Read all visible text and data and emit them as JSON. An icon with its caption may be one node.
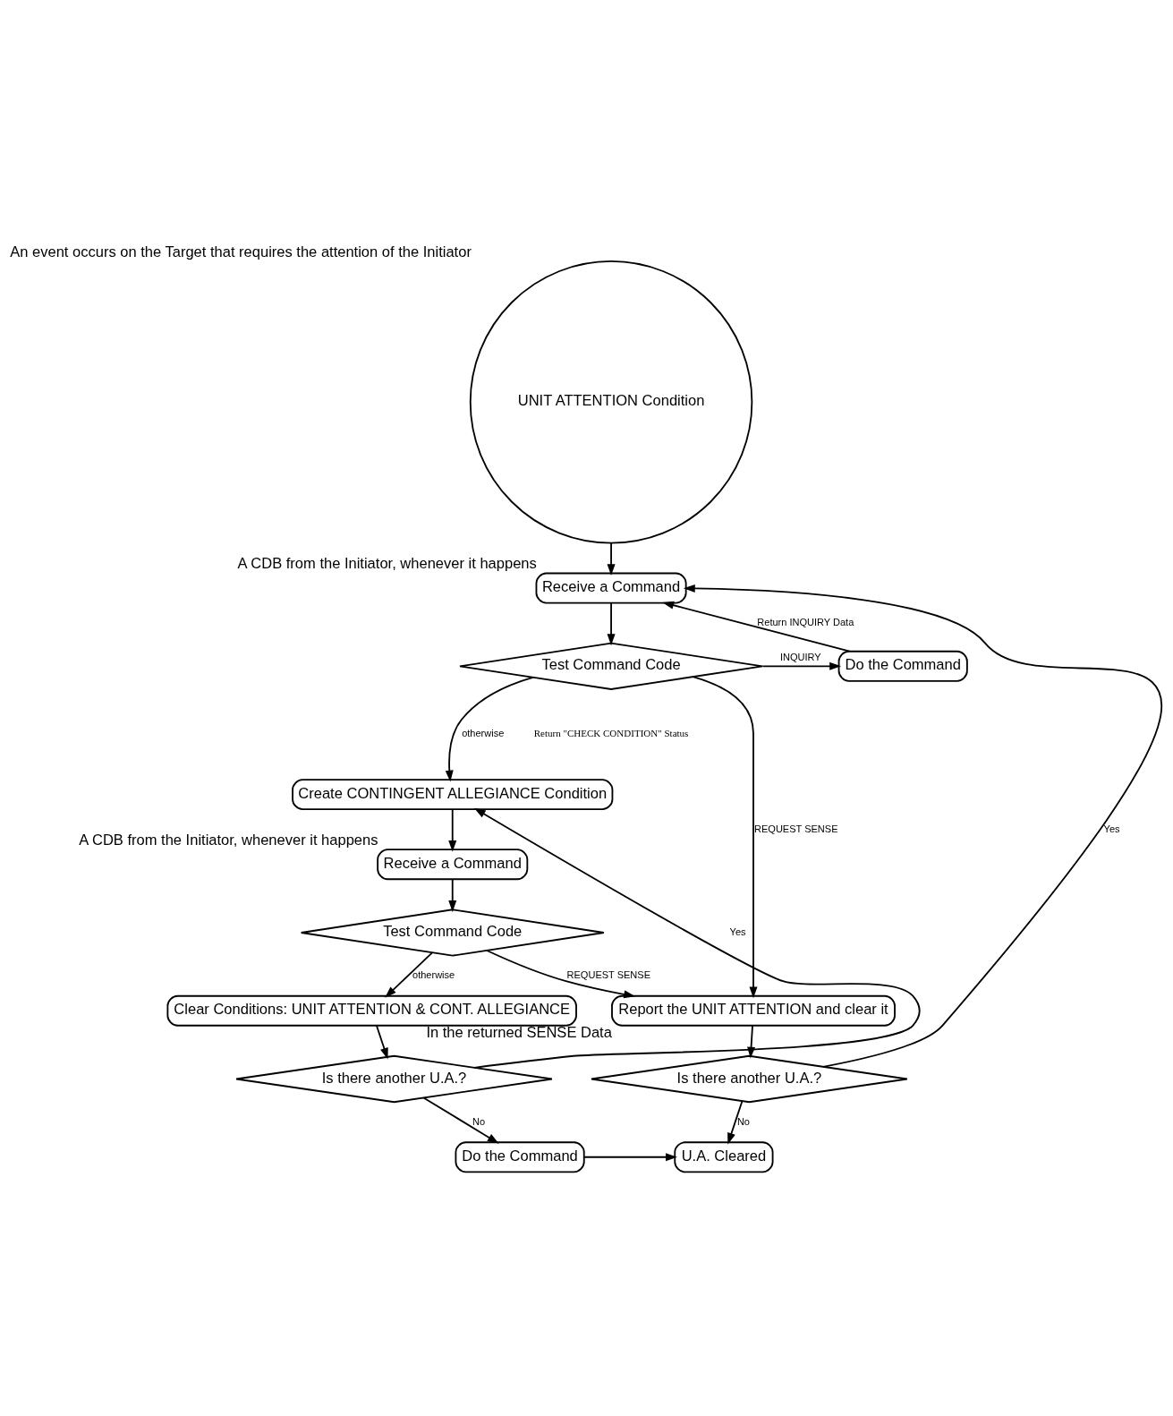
{
  "diagram": {
    "nodes": [
      {
        "text": [
          "UNIT ATTENTION Condition"
        ],
        "beside": [
          "An event occurs on the Target that requires the attention of the Initiator"
        ]
      },
      {
        "text": [
          "Receive a Command"
        ],
        "beside": [
          "A CDB from the Initiator, whenever it happens"
        ]
      },
      {
        "text": [
          "Test Command Code"
        ]
      },
      {
        "text": [
          "Do the Command"
        ]
      },
      {
        "text": [
          "Create CONTINGENT ALLEGIANCE Condition"
        ]
      },
      {
        "text": [
          "Receive a Command"
        ],
        "beside": [
          "A CDB from the Initiator, whenever it happens"
        ]
      },
      {
        "text": [
          "Test Command Code"
        ]
      },
      {
        "text": [
          "Report the UNIT ATTENTION and clear it"
        ],
        "beside": [
          "In the returned SENSE Data"
        ]
      },
      {
        "text": [
          "Clear Conditions: UNIT ATTENTION & CONT. ALLEGIANCE"
        ]
      },
      {
        "text": [
          "Is there another U.A.?"
        ]
      },
      {
        "text": [
          "Is there another U.A.?"
        ]
      },
      {
        "text": [
          "U.A. Cleared"
        ]
      },
      {
        "text": [
          "Do the Command"
        ]
      }
    ],
    "edges": [
      {
        "from": 0,
        "to": 1,
        "arrow": "to"
      },
      {
        "from": 1,
        "to": 2,
        "arrow": "to"
      },
      {
        "from": 2,
        "to": 3,
        "arrow": "to",
        "label": "INQUIRY"
      },
      {
        "from": 3,
        "to": 1,
        "arrow": "to",
        "label": "Return INQUIRY Data"
      },
      {
        "from": 2,
        "to": 7,
        "arrow": "to",
        "label": "REQUEST SENSE"
      },
      {
        "from": 2,
        "to": 4,
        "arrow": "to",
        "label": "otherwise"
      },
      {
        "from": 4,
        "to": 5,
        "arrow": "to"
      },
      {
        "from": 5,
        "to": 6,
        "arrow": "to"
      },
      {
        "from": 6,
        "to": 7,
        "arrow": "to",
        "label": "REQUEST SENSE"
      },
      {
        "from": 6,
        "to": 8,
        "arrow": "to",
        "label": "otherwise"
      },
      {
        "from": 7,
        "to": 9,
        "arrow": "to"
      },
      {
        "from": 9,
        "to": 1,
        "arrow": "to",
        "label": "Yes"
      },
      {
        "from": 9,
        "to": 11,
        "arrow": "to",
        "label": "No"
      },
      {
        "from": 8,
        "to": 10,
        "arrow": "to"
      },
      {
        "from": 10,
        "to": 4,
        "arrow": "to",
        "label": "Yes"
      },
      {
        "from": 10,
        "to": 12,
        "arrow": "to",
        "label": "No"
      },
      {
        "from": 12,
        "to": 11,
        "arrow": "to"
      }
    ],
    "labels": [
      "Return \"CHECK CONDITION\" Status"
    ]
  }
}
